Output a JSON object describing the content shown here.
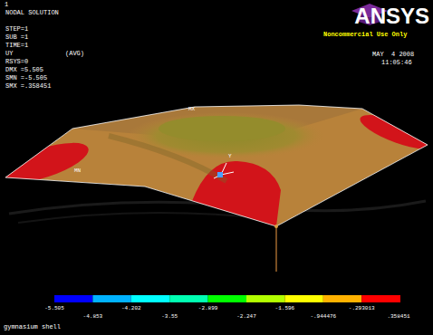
{
  "diagram": {
    "labels": [
      "1",
      "NODAL SOLUTION",
      "STEP=1",
      "SUB =1",
      "TIME=1",
      "UY",
      "(AVG)",
      "RSYS=0",
      "DMX =5.505",
      "SMN =-5.505",
      "SMX =.358451",
      "ANSYS",
      "Noncommercial Use Only",
      "MAY  4 2008",
      "11:05:46",
      "MX",
      "MN",
      "Y",
      "-5.505",
      "-4.853",
      "-4.202",
      "-3.55",
      "-2.899",
      "-2.247",
      "-1.596",
      "-.944476",
      "-.293013",
      ".358451",
      "gymnasium shell"
    ]
  }
}
